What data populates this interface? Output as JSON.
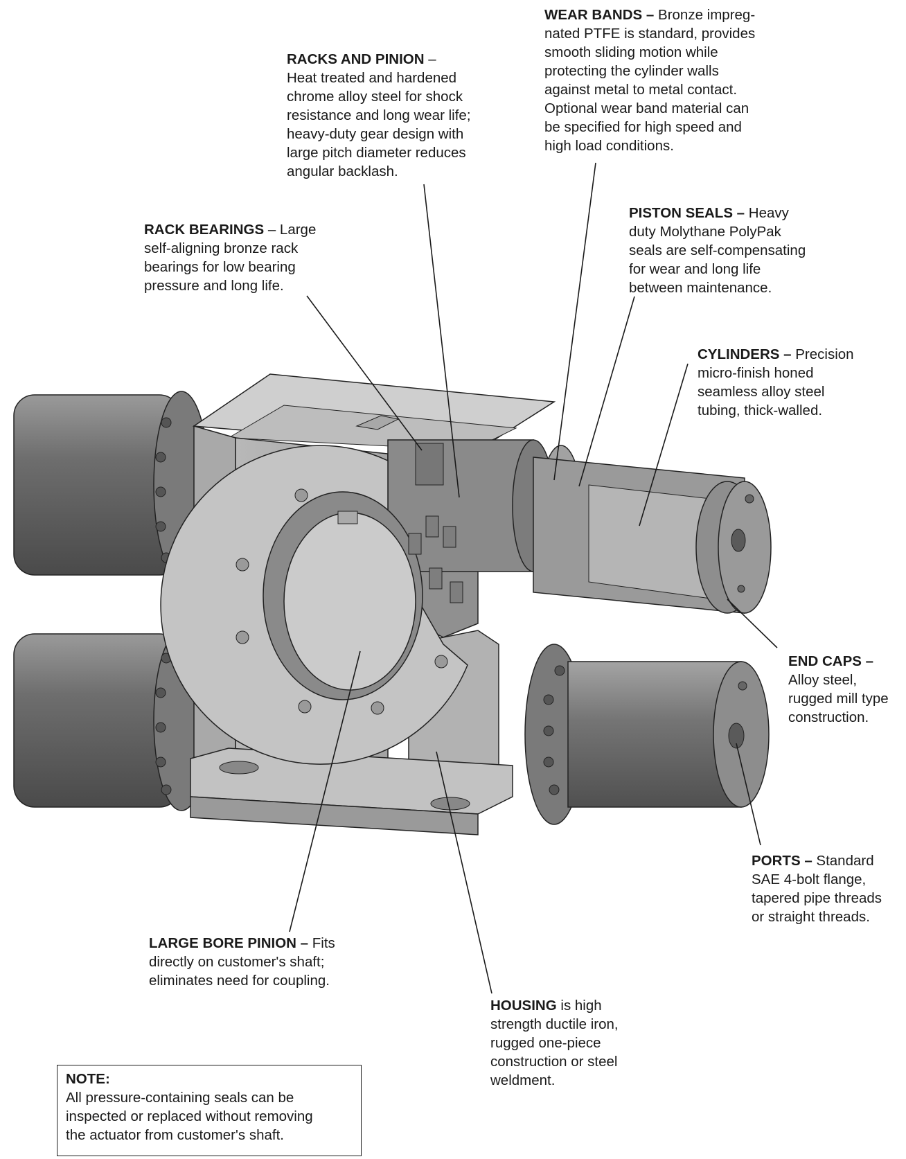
{
  "callouts": {
    "racks_pinion": {
      "title": "RACKS AND PINION",
      "sep": " –",
      "lines": [
        "Heat treated and hardened",
        "chrome alloy steel for shock",
        "resistance and long wear life;",
        "heavy-duty gear design with",
        "large pitch diameter reduces",
        "angular backlash."
      ]
    },
    "wear_bands": {
      "title": "WEAR BANDS –",
      "first_line_rest": " Bronze impreg-",
      "lines": [
        "nated PTFE is standard, provides",
        "smooth sliding motion while",
        "protecting the cylinder walls",
        "against metal to metal contact.",
        "Optional wear band material can",
        "be specified for high speed and",
        "high load conditions."
      ]
    },
    "rack_bearings": {
      "title": "RACK BEARINGS",
      "first_line_rest": " – Large",
      "lines": [
        "self-aligning bronze rack",
        "bearings for low bearing",
        "pressure and long life."
      ]
    },
    "piston_seals": {
      "title": "PISTON SEALS –",
      "first_line_rest": " Heavy",
      "lines": [
        "duty Molythane PolyPak",
        "seals are self-compensating",
        "for wear and long life",
        "between maintenance."
      ]
    },
    "cylinders": {
      "title": "CYLINDERS –",
      "first_line_rest": " Precision",
      "lines": [
        "micro-finish honed",
        "seamless alloy steel",
        "tubing, thick-walled."
      ]
    },
    "end_caps": {
      "title": "END CAPS –",
      "lines": [
        "Alloy steel,",
        "rugged mill type",
        "construction."
      ]
    },
    "ports": {
      "title": "PORTS –",
      "first_line_rest": " Standard",
      "lines": [
        "SAE 4-bolt flange,",
        "tapered pipe threads",
        "or straight threads."
      ]
    },
    "large_bore_pinion": {
      "title": "LARGE BORE PINION –",
      "first_line_rest": " Fits",
      "lines": [
        "directly on customer's shaft;",
        "eliminates need for coupling."
      ]
    },
    "housing": {
      "title": "HOUSING",
      "first_line_rest": " is high",
      "lines": [
        "strength ductile iron,",
        "rugged one-piece",
        "construction or steel",
        "weldment."
      ]
    }
  },
  "note": {
    "title": "NOTE:",
    "lines": [
      "All pressure-containing seals can be",
      "inspected or replaced without removing",
      "the actuator from customer's shaft."
    ]
  },
  "colors": {
    "metal_dark": "#5a5a5a",
    "metal_mid": "#8c8c8c",
    "metal_light": "#c8c8c8",
    "outline": "#222222",
    "text": "#1a1a1a"
  }
}
